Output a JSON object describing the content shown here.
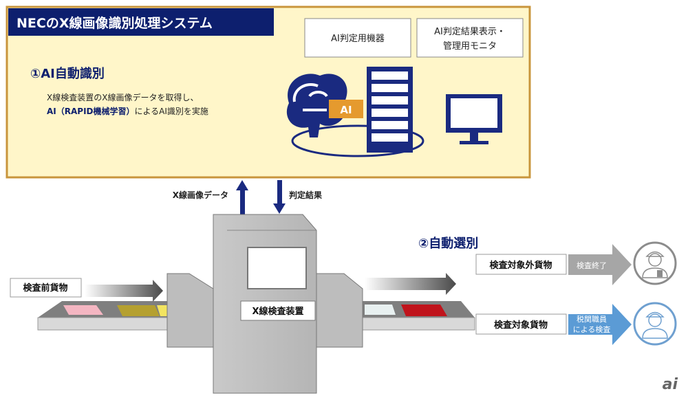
{
  "title": "NECのX線画像識別処理システム",
  "ai_section": {
    "heading": "①AI自動識別",
    "desc_line1": "X線検査装置のX線画像データを取得し、",
    "desc_line2_a": "AI（RAPID機械学習）",
    "desc_line2_b": "によるAI識別を実施",
    "ai_badge": "AI"
  },
  "equipment_labels": {
    "ai_device": "AI判定用機器",
    "monitor_line1": "AI判定結果表示・",
    "monitor_line2": "管理用モニタ"
  },
  "flow": {
    "xray_data": "X線画像データ",
    "judgement_result": "判定結果"
  },
  "machine": {
    "label": "X線検査装置",
    "pre_cargo": "検査前貨物"
  },
  "sorting": {
    "heading": "②自動選別",
    "not_target": "検査対象外貨物",
    "not_target_action": "検査終了",
    "target": "検査対象貨物",
    "target_action_line1": "税関職員",
    "target_action_line2": "による検査"
  },
  "logo": "ai",
  "colors": {
    "navy": "#0d1f6e",
    "panel": "#fff6c9",
    "panel_border": "#c8953c",
    "orange": "#e59a2e",
    "gray_arrow": "#a6a6a6",
    "blue_arrow": "#5b9bd5"
  }
}
